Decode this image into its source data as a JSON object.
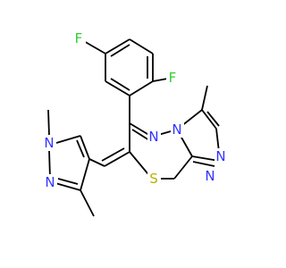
{
  "colors": {
    "bond": "#000000",
    "F": "#33cc33",
    "N": "#3333ff",
    "S": "#b3b300"
  },
  "atoms": [
    {
      "id": "F1",
      "element": "F",
      "label": "F"
    },
    {
      "id": "F2",
      "element": "F",
      "label": "F"
    },
    {
      "id": "N_tz_bridge",
      "element": "N",
      "label": "N"
    },
    {
      "id": "N_thiadiazine",
      "element": "N",
      "label": "N"
    },
    {
      "id": "N_tz_a",
      "element": "N",
      "label": "N"
    },
    {
      "id": "N_tz_b",
      "element": "N",
      "label": "N"
    },
    {
      "id": "S1",
      "element": "S",
      "label": "S"
    },
    {
      "id": "N_pz_1",
      "element": "N",
      "label": "N"
    },
    {
      "id": "N_pz_2",
      "element": "N",
      "label": "N"
    }
  ]
}
